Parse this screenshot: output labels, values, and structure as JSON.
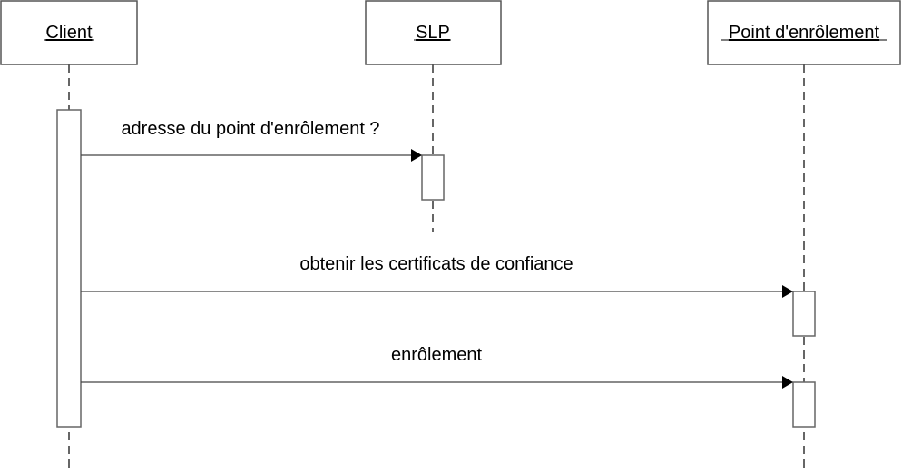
{
  "participants": [
    {
      "name": "Client"
    },
    {
      "name": "SLP"
    },
    {
      "name": "Point d'enrôlement"
    }
  ],
  "messages": [
    {
      "from": "Client",
      "to": "SLP",
      "label": "adresse du point d'enrôlement ?"
    },
    {
      "from": "Client",
      "to": "Point d'enrôlement",
      "label": "obtenir les certificats de confiance"
    },
    {
      "from": "Client",
      "to": "Point d'enrôlement",
      "label": "enrôlement"
    }
  ]
}
